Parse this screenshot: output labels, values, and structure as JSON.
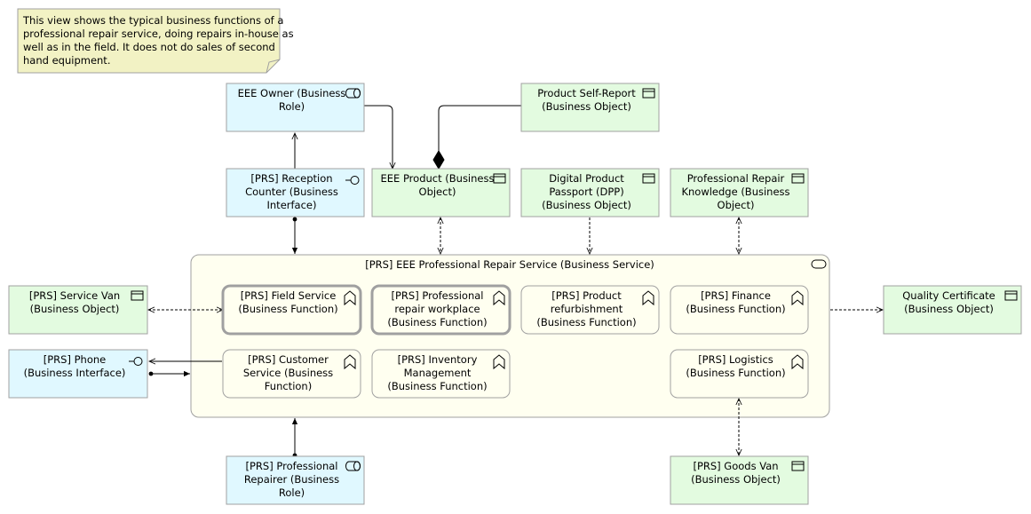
{
  "note": {
    "lines": [
      "This view shows the typical business functions of a",
      "professional repair service, doing repairs in-house as",
      "well as in the field. It does not do sales of second",
      "hand equipment."
    ]
  },
  "service": {
    "label": "[PRS] EEE Professional Repair Service (Business Service)"
  },
  "elements": [
    {
      "id": "eee-owner",
      "kind": "role",
      "lines": [
        "EEE Owner (Business",
        "Role)"
      ]
    },
    {
      "id": "product-self-report",
      "kind": "object",
      "lines": [
        "Product Self-Report",
        "(Business Object)"
      ]
    },
    {
      "id": "reception-counter",
      "kind": "interface",
      "lines": [
        "[PRS] Reception",
        "Counter (Business",
        "Interface)"
      ]
    },
    {
      "id": "eee-product",
      "kind": "object",
      "lines": [
        "EEE Product (Business",
        "Object)"
      ]
    },
    {
      "id": "dpp",
      "kind": "object",
      "lines": [
        "Digital Product",
        "Passport (DPP)",
        "(Business Object)"
      ]
    },
    {
      "id": "repair-knowledge",
      "kind": "object",
      "lines": [
        "Professional Repair",
        "Knowledge (Business",
        "Object)"
      ]
    },
    {
      "id": "service-van",
      "kind": "object",
      "lines": [
        "[PRS] Service Van",
        "(Business Object)"
      ]
    },
    {
      "id": "phone",
      "kind": "interface",
      "lines": [
        "[PRS] Phone",
        "(Business Interface)"
      ]
    },
    {
      "id": "quality-certificate",
      "kind": "object",
      "lines": [
        "Quality Certificate",
        "(Business Object)"
      ]
    },
    {
      "id": "field-service",
      "kind": "function",
      "lines": [
        "[PRS] Field Service",
        "(Business Function)"
      ]
    },
    {
      "id": "repair-workplace",
      "kind": "function",
      "lines": [
        "[PRS] Professional",
        "repair workplace",
        "(Business Function)"
      ]
    },
    {
      "id": "product-refurbishment",
      "kind": "function",
      "lines": [
        "[PRS] Product",
        "refurbishment",
        "(Business Function)"
      ]
    },
    {
      "id": "finance",
      "kind": "function",
      "lines": [
        "[PRS] Finance",
        "(Business Function)"
      ]
    },
    {
      "id": "customer-service",
      "kind": "function",
      "lines": [
        "[PRS] Customer",
        "Service (Business",
        "Function)"
      ]
    },
    {
      "id": "inventory-management",
      "kind": "function",
      "lines": [
        "[PRS] Inventory",
        "Management",
        "(Business Function)"
      ]
    },
    {
      "id": "logistics",
      "kind": "function",
      "lines": [
        "[PRS] Logistics",
        "(Business Function)"
      ]
    },
    {
      "id": "professional-repairer",
      "kind": "role",
      "lines": [
        "[PRS] Professional",
        "Repairer (Business",
        "Role)"
      ]
    },
    {
      "id": "goods-van",
      "kind": "object",
      "lines": [
        "[PRS] Goods Van",
        "(Business Object)"
      ]
    }
  ],
  "colors": {
    "business_active": "#e0f8ff",
    "business_passive": "#e3fbe0",
    "business_behavior": "#fffff0",
    "service_fill": "#fffff0",
    "note_fill": "#f2f2c4",
    "stroke": "#a0a0a0"
  }
}
